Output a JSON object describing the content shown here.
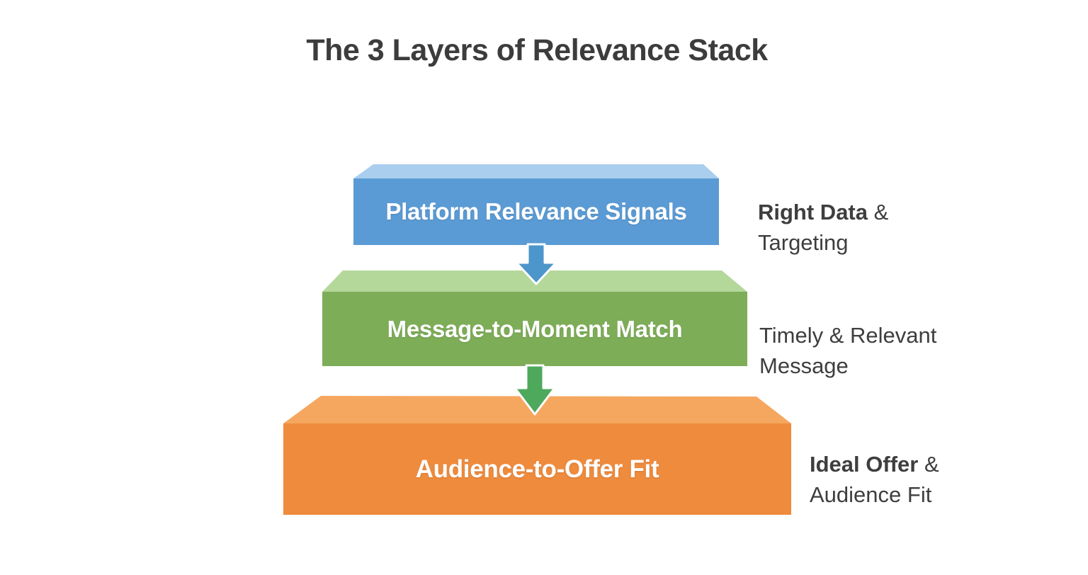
{
  "title": "The 3 Layers of Relevance Stack",
  "colors": {
    "background": "#ffffff",
    "title_text": "#3c3c3c",
    "annotation_text": "#3e3e3e",
    "block_text": "#ffffff",
    "arrow_outline": "#ffffff"
  },
  "layers": [
    {
      "label": "Platform Relevance Signals",
      "annotation": {
        "line1_bold": "Right Data",
        "line1_rest": " &",
        "line2": "Targeting"
      },
      "colors": {
        "front": "#5b9bd5",
        "top": "#a9ceee"
      }
    },
    {
      "label": "Message-to-Moment Match",
      "annotation": {
        "line1_bold": "",
        "line1_rest": "Timely & Relevant",
        "line2": "Message"
      },
      "colors": {
        "front": "#7ead58",
        "top": "#b4d79a"
      }
    },
    {
      "label": "Audience-to-Offer Fit",
      "annotation": {
        "line1_bold": "Ideal Offer",
        "line1_rest": " &",
        "line2": "Audience Fit"
      },
      "colors": {
        "front": "#ee8b3d",
        "top": "#f6a75f"
      }
    }
  ],
  "arrows": [
    {
      "direction": "down",
      "color": "#4c96cb"
    },
    {
      "direction": "down",
      "color": "#4fa95c"
    }
  ]
}
